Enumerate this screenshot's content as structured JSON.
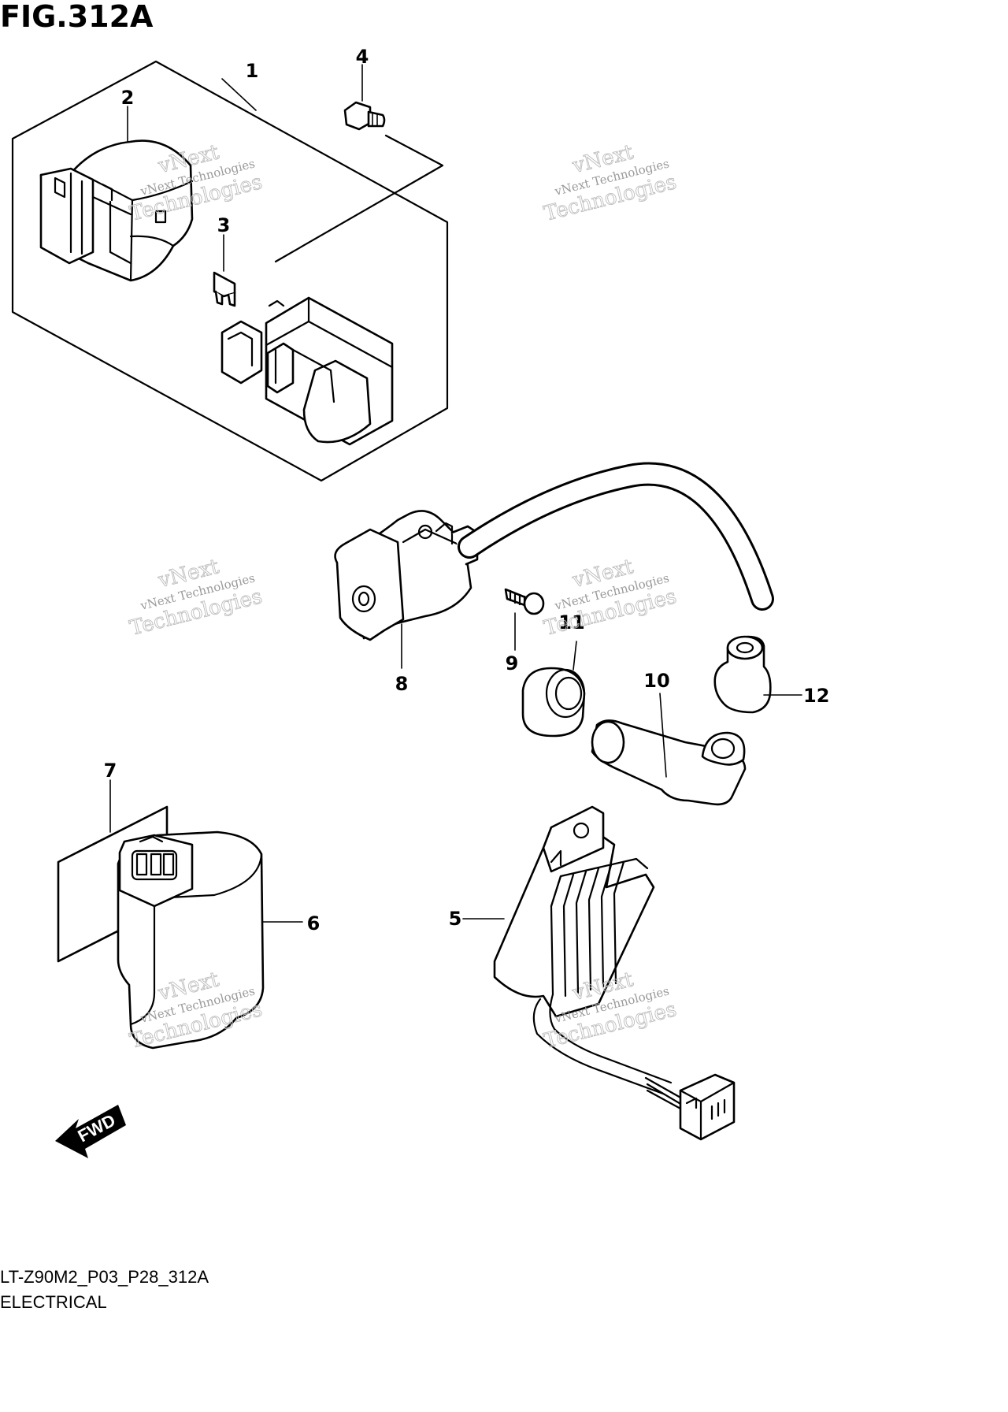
{
  "figure": {
    "title": "FIG.312A",
    "model_code": "LT-Z90M2_P03_P28_312A",
    "section": "ELECTRICAL"
  },
  "callouts": [
    "1",
    "2",
    "3",
    "4",
    "5",
    "6",
    "7",
    "8",
    "9",
    "10",
    "11",
    "12"
  ],
  "direction_label": "FWD",
  "watermark": {
    "brand": "vNext",
    "line_small": "vNext Technologies",
    "line_large": "Technologies"
  }
}
